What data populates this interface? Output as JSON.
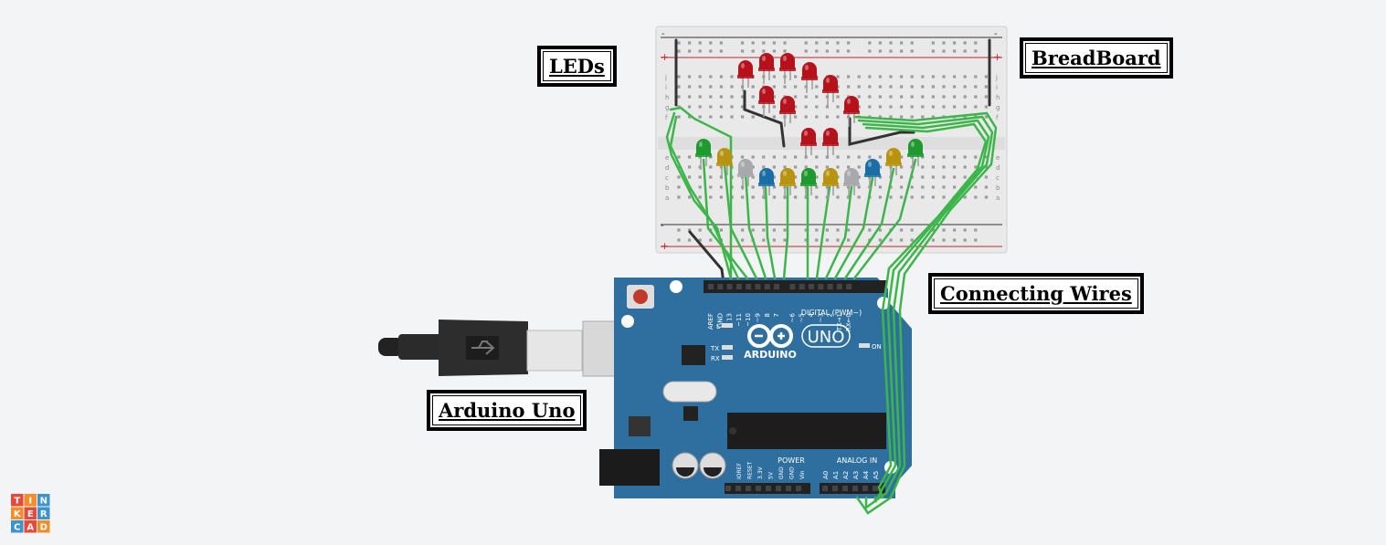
{
  "labels": {
    "leds": "LEDs",
    "breadboard": "BreadBoard",
    "wires": "Connecting Wires",
    "arduino": "Arduino Uno"
  },
  "breadboard": {
    "row_letters_top": [
      "j",
      "i",
      "h",
      "g",
      "f"
    ],
    "row_letters_bottom": [
      "e",
      "d",
      "c",
      "b",
      "a"
    ],
    "rail_plus": "+",
    "rail_minus": "-"
  },
  "arduino": {
    "digital_pins": [
      "AREF",
      "GND",
      "13",
      "~11",
      "~10",
      "~9",
      "8",
      "7",
      "~6",
      "~5",
      "4",
      "~3",
      "2",
      "TX→1",
      "RX←0"
    ],
    "digital_header": "DIGITAL (PWM~)",
    "brand": "ARDUINO",
    "model": "UNO",
    "power_label": "POWER",
    "analog_label": "ANALOG IN",
    "power_pins": [
      "IOREF",
      "RESET",
      "3.3V",
      "5V",
      "GND",
      "GND",
      "Vin"
    ],
    "analog_pins": [
      "A0",
      "A1",
      "A2",
      "A3",
      "A4",
      "A5"
    ],
    "led_l": "L",
    "led_tx": "TX",
    "led_rx": "RX",
    "led_on": "ON"
  },
  "logo": {
    "letters": [
      "T",
      "I",
      "N",
      "K",
      "E",
      "R",
      "C",
      "A",
      "D"
    ]
  },
  "colors": {
    "led_red": "#b5121b",
    "led_green": "#1f9a2f",
    "led_yellow": "#b8930f",
    "led_white": "#a7a9ac",
    "led_blue": "#1a6ea8",
    "wire_green": "#3cb64a",
    "board_blue": "#2f6f9f",
    "logo": [
      "#e8493b",
      "#f48d28",
      "#3d93d0",
      "#f48d28",
      "#e8493b",
      "#3d93d0",
      "#3d93d0",
      "#e8493b",
      "#f48d28"
    ]
  }
}
